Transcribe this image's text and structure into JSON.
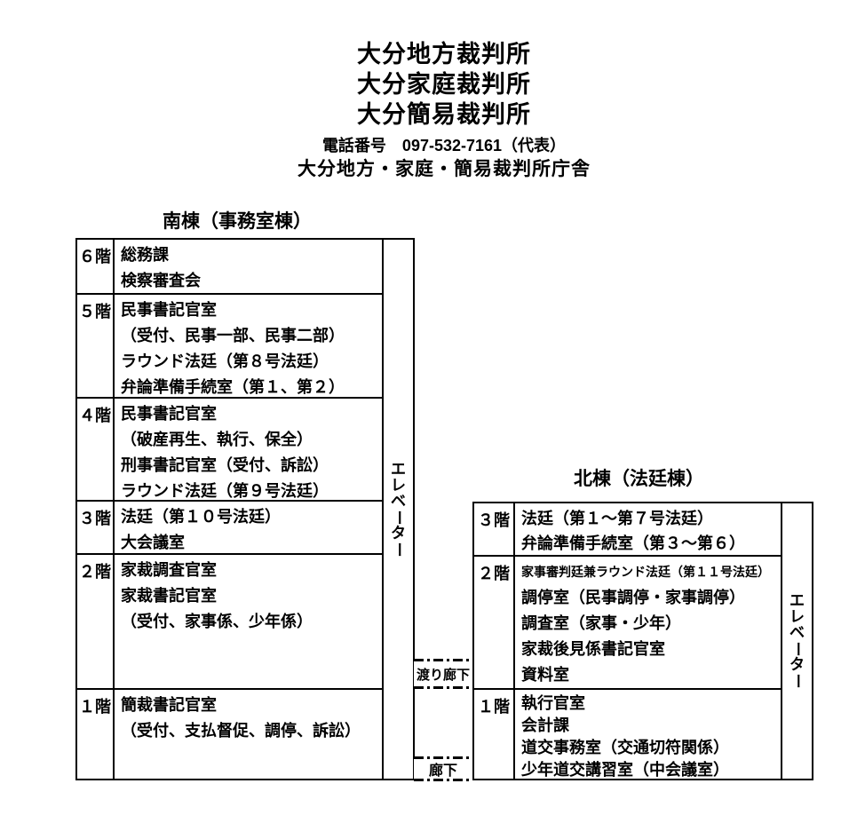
{
  "header": {
    "title_lines": [
      "大分地方裁判所",
      "大分家庭裁判所",
      "大分簡易裁判所"
    ],
    "phone": "電話番号　097-532-7161（代表）",
    "subtitle": "大分地方・家庭・簡易裁判所庁舎"
  },
  "south_building": {
    "title": "南棟（事務室棟）",
    "elevator_label": "エレベーター",
    "floors": [
      {
        "floor": "６階",
        "rooms": [
          "総務課",
          "検察審査会"
        ]
      },
      {
        "floor": "５階",
        "rooms": [
          "民事書記官室",
          "（受付、民事一部、民事二部）",
          "ラウンド法廷（第８号法廷）",
          "弁論準備手続室（第１、第２）"
        ]
      },
      {
        "floor": "４階",
        "rooms": [
          "民事書記官室",
          "（破産再生、執行、保全）",
          "刑事書記官室（受付、訴訟）",
          "ラウンド法廷（第９号法廷）"
        ]
      },
      {
        "floor": "３階",
        "rooms": [
          "法廷（第１０号法廷）",
          "大会議室"
        ]
      },
      {
        "floor": "２階",
        "rooms": [
          "家裁調査官室",
          "家裁書記官室",
          "（受付、家事係、少年係）"
        ]
      },
      {
        "floor": "１階",
        "rooms": [
          "簡裁書記官室",
          "（受付、支払督促、調停、訴訟）"
        ]
      }
    ]
  },
  "north_building": {
    "title": "北棟（法廷棟）",
    "elevator_label": "エレベーター",
    "floors": [
      {
        "floor": "３階",
        "rooms": [
          "法廷（第１～第７号法廷）",
          "弁論準備手続室（第３～第６）"
        ]
      },
      {
        "floor": "２階",
        "rooms": [
          "家事審判廷兼ラウンド法廷（第１１号法廷）",
          "調停室（民事調停・家事調停）",
          "調査室（家事・少年）",
          "家裁後見係書記官室",
          "資料室"
        ]
      },
      {
        "floor": "１階",
        "rooms": [
          "執行官室",
          "会計課",
          "道交事務室（交通切符関係）",
          "少年道交講習室（中会議室）"
        ]
      }
    ]
  },
  "corridors": {
    "bridge": "渡り廊下",
    "hall": "廊下"
  },
  "colors": {
    "text": "#000000",
    "background": "#ffffff",
    "border": "#000000"
  }
}
